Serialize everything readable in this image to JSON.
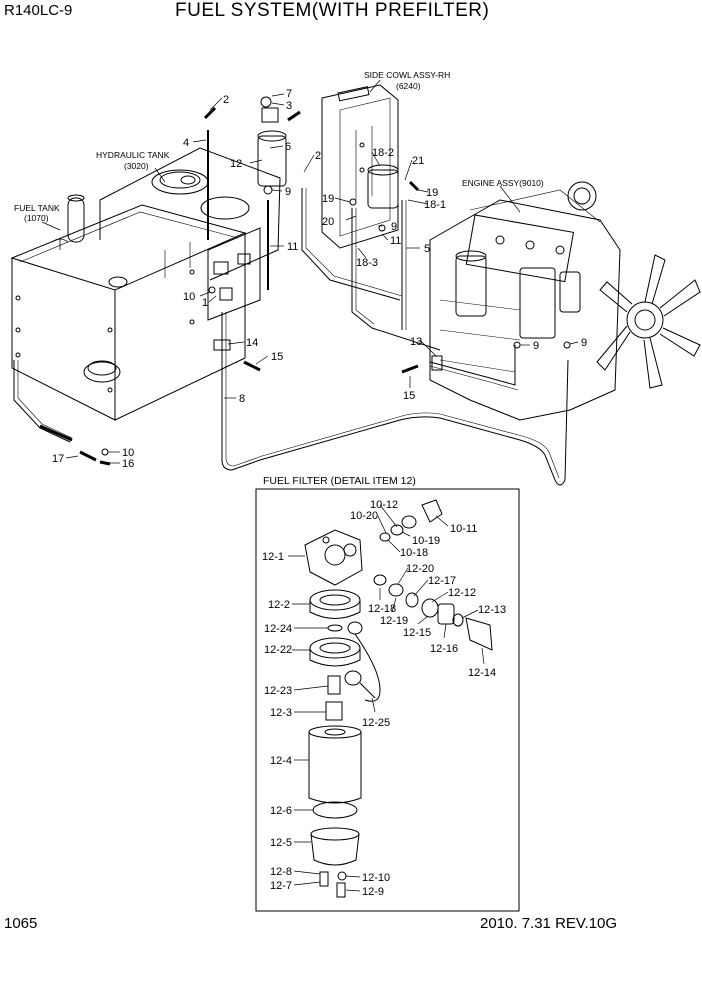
{
  "header": {
    "model": "R140LC-9",
    "title": "FUEL SYSTEM(WITH PREFILTER)"
  },
  "footer": {
    "page": "1065",
    "revision": "2010. 7.31  REV.10G"
  },
  "captions": {
    "side_cowl": "SIDE COWL ASSY-RH",
    "side_cowl_no": "(6240)",
    "hyd_tank": "HYDRAULIC TANK",
    "hyd_tank_no": "(3020)",
    "fuel_tank": "FUEL TANK",
    "fuel_tank_no": "(1070)",
    "engine": "ENGINE ASSY(9010)",
    "detail": "FUEL FILTER (DETAIL ITEM 12)"
  },
  "callouts": {
    "c7": "7",
    "c3": "3",
    "c2a": "2",
    "c4": "4",
    "c6": "6",
    "c2b": "2",
    "c12": "12",
    "c9a": "9",
    "c182": "18-2",
    "c21": "21",
    "c19a": "19",
    "c19b": "19",
    "c181": "18-1",
    "c20": "20",
    "c9b": "9",
    "c11a": "11",
    "c11b": "11",
    "c5": "5",
    "c183": "18-3",
    "c10a": "10",
    "c1": "1",
    "c14": "14",
    "c15a": "15",
    "c8": "8",
    "c13": "13",
    "c9c": "9",
    "c9d": "9",
    "c15b": "15",
    "c10b": "10",
    "c17": "17",
    "c16": "16"
  },
  "detail_callouts": {
    "d1012": "10-12",
    "d1020": "10-20",
    "d1011": "10-11",
    "d1019": "10-19",
    "d121": "12-1",
    "d1018": "10-18",
    "d1220": "12-20",
    "d1217": "12-17",
    "d1212": "12-12",
    "d122": "12-2",
    "d1218": "12-18",
    "d1219": "12-19",
    "d1215": "12-15",
    "d1213": "12-13",
    "d1224": "12-24",
    "d1216": "12-16",
    "d1222": "12-22",
    "d1214": "12-14",
    "d1223": "12-23",
    "d123": "12-3",
    "d1225": "12-25",
    "d124": "12-4",
    "d126": "12-6",
    "d125": "12-5",
    "d128": "12-8",
    "d1210": "12-10",
    "d127": "12-7",
    "d129": "12-9"
  }
}
